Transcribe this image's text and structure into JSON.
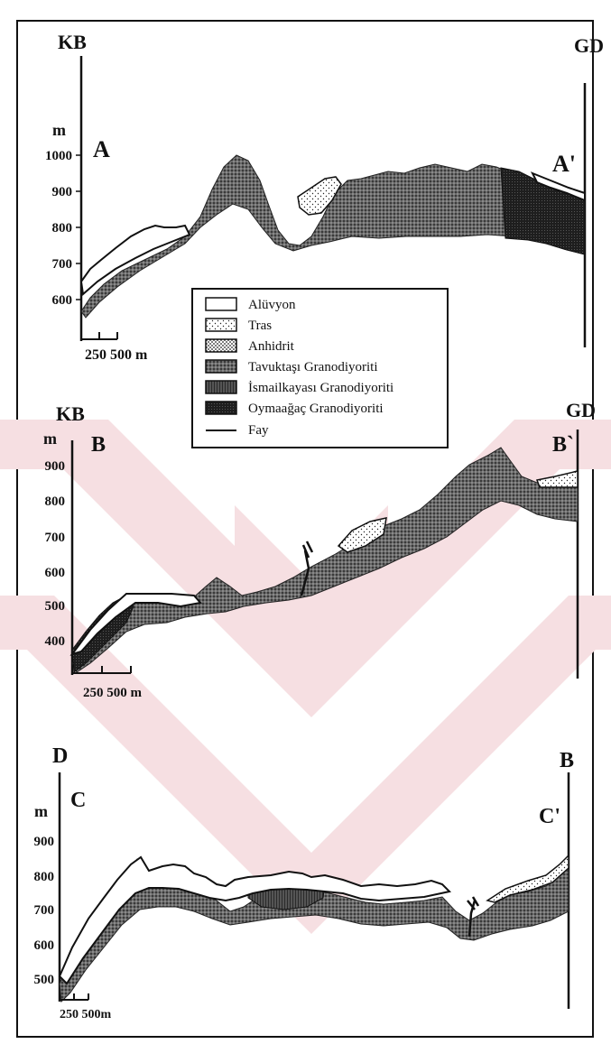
{
  "sections": [
    {
      "id": "A",
      "left_direction": "KB",
      "right_direction": "GD",
      "unit": "m",
      "start_label": "A",
      "end_label": "A'",
      "y_ticks": [
        "1000",
        "900",
        "800",
        "700",
        "600"
      ],
      "scale_label": "250 500 m"
    },
    {
      "id": "B",
      "left_direction": "KB",
      "right_direction": "GD",
      "unit": "m",
      "start_label": "B",
      "end_label": "B`",
      "y_ticks": [
        "900",
        "800",
        "700",
        "600",
        "500",
        "400"
      ],
      "scale_label": "250   500 m"
    },
    {
      "id": "C",
      "left_direction": "D",
      "right_direction": "B",
      "unit": "m",
      "start_label": "C",
      "end_label": "C'",
      "y_ticks": [
        "900",
        "800",
        "700",
        "600",
        "500"
      ],
      "scale_label": "250 500m"
    }
  ],
  "legend": [
    {
      "label": "Alüvyon",
      "pattern": "alluvium"
    },
    {
      "label": "Tras",
      "pattern": "tras"
    },
    {
      "label": "Anhidrit",
      "pattern": "anhydrite"
    },
    {
      "label": "Tavuktaşı Granodiyoriti",
      "pattern": "tavuktasi"
    },
    {
      "label": "İsmailkayası Granodiyoriti",
      "pattern": "ismailkayasi"
    },
    {
      "label": "Oymaağaç Granodiyoriti",
      "pattern": "oymaagac"
    },
    {
      "label": "Fay",
      "pattern": "fault"
    }
  ],
  "colors": {
    "ink": "#111111",
    "granodiorite": "#555555",
    "oymaagac": "#1a1a1a",
    "watermark": "#f3d6da"
  }
}
